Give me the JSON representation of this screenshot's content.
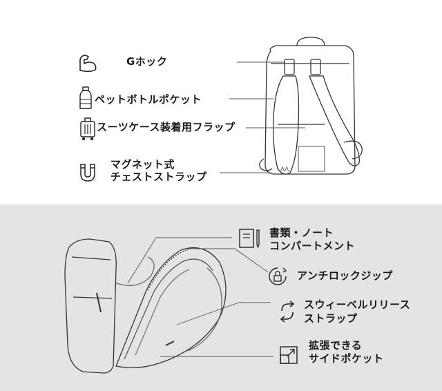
{
  "features_top": [
    {
      "icon": "arm-muscle-icon",
      "label": "Gホック"
    },
    {
      "icon": "water-bottle-icon",
      "label": "ペットボトルポケット"
    },
    {
      "icon": "suitcase-icon",
      "label": "スーツケース装着用フラップ"
    },
    {
      "icon": "magnet-icon",
      "label_line1": "マグネット式",
      "label_line2": "チェストストラップ"
    }
  ],
  "features_bottom": [
    {
      "icon": "notebook-pen-icon",
      "label_line1": "書類・ノート",
      "label_line2": "コンパートメント"
    },
    {
      "icon": "padlock-icon",
      "label": "アンチロックジップ"
    },
    {
      "icon": "swivel-arrows-icon",
      "label_line1": "スウィーベルリリース",
      "label_line2": "ストラップ"
    },
    {
      "icon": "expand-square-icon",
      "label_line1": "拡張できる",
      "label_line2": "サイドポケット"
    }
  ],
  "colors": {
    "top_background": "#ffffff",
    "bottom_background": "#e4e4e4",
    "ink": "#1a1a1a"
  }
}
